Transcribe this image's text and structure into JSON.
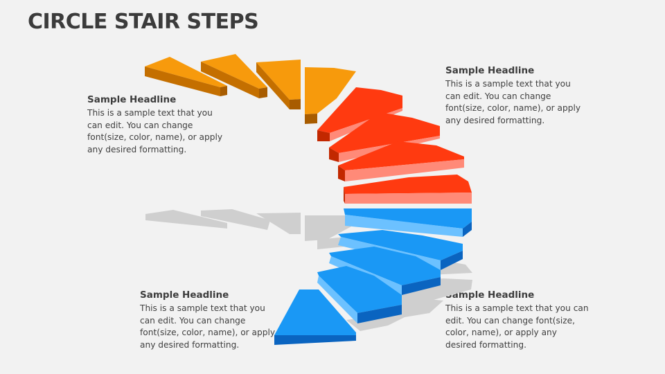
{
  "title": "CIRCLE STAIR STEPS",
  "blocks": [
    {
      "headline": "Sample Headline",
      "lines": [
        "This is a sample text that you",
        "can edit. You can change",
        "font(size, color, name), or apply",
        "any desired formatting."
      ]
    },
    {
      "headline": "Sample Headline",
      "lines": [
        "This is a sample text that you",
        "can edit. You can change",
        "font(size, color, name), or apply",
        "any desired formatting."
      ]
    },
    {
      "headline": "Sample Headline",
      "lines": [
        "This is a sample text that you",
        "can edit. You can change",
        "font(size, color, name), or apply",
        "any desired formatting."
      ]
    },
    {
      "headline": "Sample Headline",
      "lines": [
        "This is a sample text that you can",
        "edit. You can change font(size,",
        "color, name), or apply any",
        "desired formatting."
      ]
    }
  ],
  "colors": {
    "orange": "#f79a0c",
    "orange_dark": "#c46f00",
    "red": "#ff3a10",
    "red_light": "#ff8a78",
    "red_dark": "#c22800",
    "blue": "#1a98f5",
    "blue_light": "#6cc1ff",
    "blue_dark": "#0a64c0",
    "shadow": "#cfcfcf"
  }
}
